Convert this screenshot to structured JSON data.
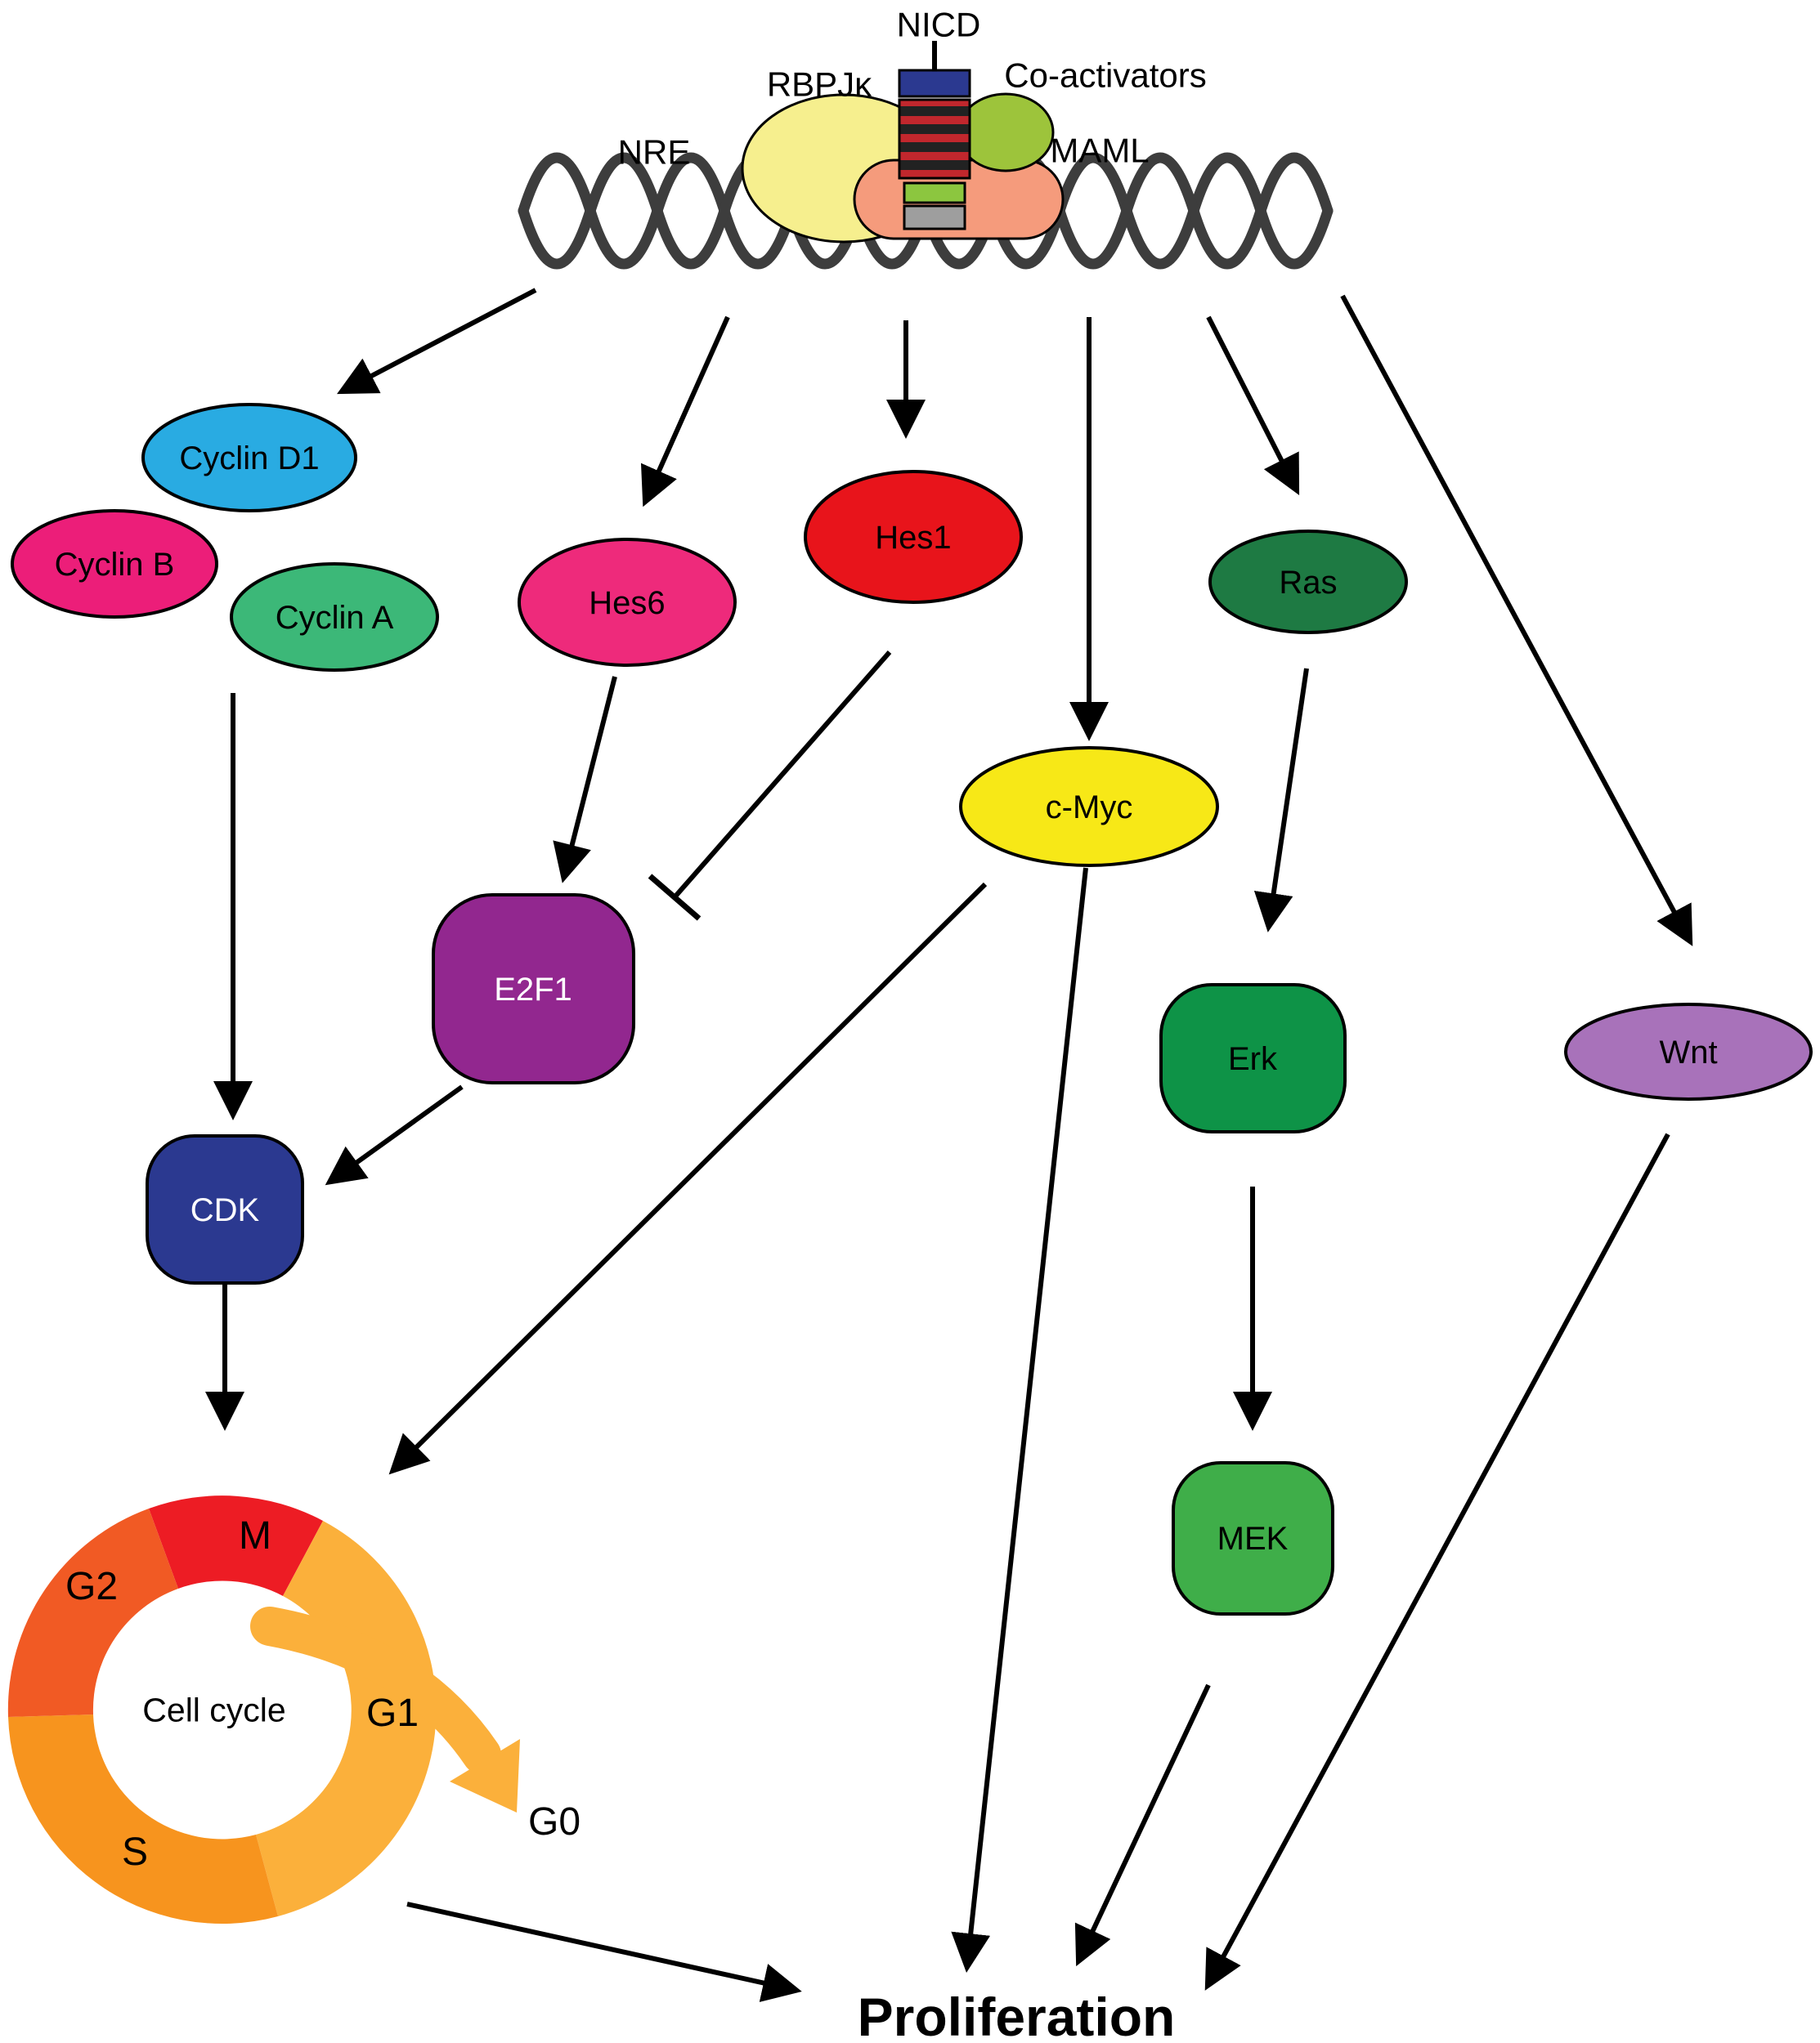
{
  "complex": {
    "nicd": "NICD",
    "rbpjk": "RBPJκ",
    "coactivators": "Co-activators",
    "maml": "MAML",
    "nre": "NRE",
    "colors": {
      "rbpjk_fill": "#F6EF8E",
      "maml_fill": "#F59B7C",
      "coactivators_fill": "#9DC43B",
      "nicd_blue": "#2B3990",
      "nicd_red": "#C1272D",
      "nicd_green": "#8CC63F",
      "nicd_gray": "#9E9E9E",
      "dna": "#3D3D3D"
    }
  },
  "nodes": {
    "cyclin_d1": {
      "label": "Cyclin D1",
      "color": "#29ABE2"
    },
    "cyclin_b": {
      "label": "Cyclin B",
      "color": "#EC1E79"
    },
    "cyclin_a": {
      "label": "Cyclin A",
      "color": "#3CB878"
    },
    "hes6": {
      "label": "Hes6",
      "color": "#EE2A7B"
    },
    "hes1": {
      "label": "Hes1",
      "color": "#E8141B"
    },
    "cmyc": {
      "label": "c-Myc",
      "color": "#F7E817"
    },
    "ras": {
      "label": "Ras",
      "color": "#1E7A43"
    },
    "wnt": {
      "label": "Wnt",
      "color": "#A872BA"
    },
    "e2f1": {
      "label": "E2F1",
      "color": "#92278F",
      "text_color": "#FFFFFF"
    },
    "cdk": {
      "label": "CDK",
      "color": "#2B3990",
      "text_color": "#FFFFFF"
    },
    "erk": {
      "label": "Erk",
      "color": "#0E9347"
    },
    "mek": {
      "label": "MEK",
      "color": "#3FAE49"
    }
  },
  "cell_cycle": {
    "center_label": "Cell cycle",
    "phases": [
      {
        "label": "M",
        "color": "#ED1C24"
      },
      {
        "label": "G1",
        "color": "#FBB03B"
      },
      {
        "label": "S",
        "color": "#F7941E"
      },
      {
        "label": "G2",
        "color": "#F15A24"
      }
    ],
    "exit_label": "G0",
    "exit_arrow_color": "#FBB03B"
  },
  "outcome": {
    "label": "Proliferation",
    "color": "#ED1C24"
  }
}
